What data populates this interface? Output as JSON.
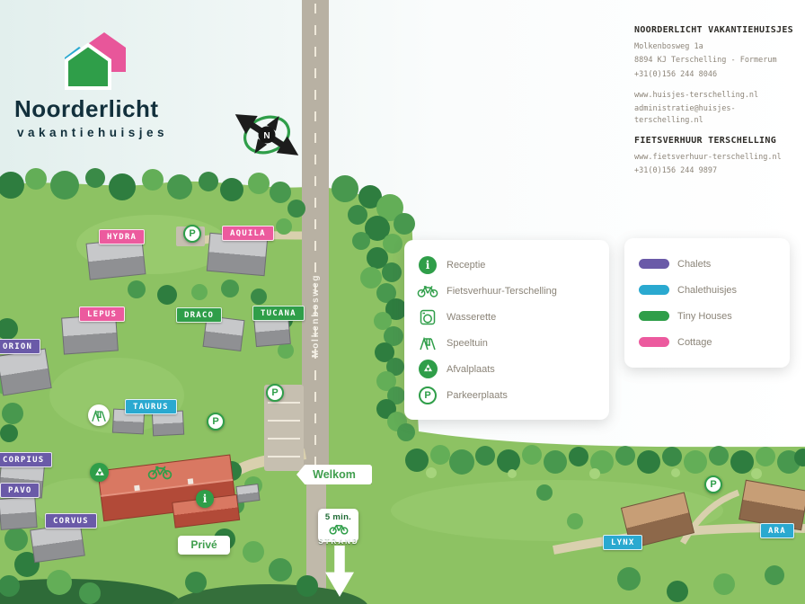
{
  "logo": {
    "title": "Noorderlicht",
    "subtitle": "vakantiehuisjes"
  },
  "contact": {
    "company_heading": "NOORDERLICHT VAKANTIEHUISJES",
    "address_line1": "Molkenbosweg 1a",
    "address_line2": "8894 KJ Terschelling - Formerum",
    "phone": "+31(0)156 244 8046",
    "website": "www.huisjes-terschelling.nl",
    "email": "administratie@huisjes-terschelling.nl",
    "bike_heading": "FIETSVERHUUR TERSCHELLING",
    "bike_website": "www.fietsverhuur-terschelling.nl",
    "bike_phone": "+31(0)156 244 9897"
  },
  "compass": {
    "north": "N"
  },
  "road_label": "Molkenbosweg",
  "signs": {
    "welcome": "Welkom",
    "private": "Privé",
    "beach_time": "5 min.",
    "beach": "STRAND"
  },
  "houses": [
    {
      "name": "HYDRA",
      "type": "cottage"
    },
    {
      "name": "AQUILA",
      "type": "cottage"
    },
    {
      "name": "LEPUS",
      "type": "cottage"
    },
    {
      "name": "DRACO",
      "type": "tiny_house"
    },
    {
      "name": "TUCANA",
      "type": "tiny_house"
    },
    {
      "name": "ORION",
      "type": "chalet"
    },
    {
      "name": "TAURUS",
      "type": "chalethuisje"
    },
    {
      "name": "CORPIUS",
      "type": "chalet"
    },
    {
      "name": "PAVO",
      "type": "chalet"
    },
    {
      "name": "CORVUS",
      "type": "chalet"
    },
    {
      "name": "LYNX",
      "type": "chalethuisje"
    },
    {
      "name": "ARA",
      "type": "chalethuisje"
    }
  ],
  "amenities_legend": {
    "items": [
      {
        "label": "Receptie",
        "icon": "info-icon"
      },
      {
        "label": "Fietsverhuur-Terschelling",
        "icon": "bike-icon"
      },
      {
        "label": "Wasserette",
        "icon": "washer-icon"
      },
      {
        "label": "Speeltuin",
        "icon": "playground-icon"
      },
      {
        "label": "Afvalplaats",
        "icon": "trash-icon"
      },
      {
        "label": "Parkeerplaats",
        "icon": "parking-icon"
      }
    ]
  },
  "types_legend": {
    "items": [
      {
        "label": "Chalets",
        "color": "#6a5aa8"
      },
      {
        "label": "Chalethuisjes",
        "color": "#2aa9d0"
      },
      {
        "label": "Tiny Houses",
        "color": "#2f9e49"
      },
      {
        "label": "Cottage",
        "color": "#ec5a9e"
      }
    ]
  },
  "icons": {
    "parking_letter": "P",
    "info_letter": "i"
  },
  "colors": {
    "accent_green": "#2f9e49",
    "map_green": "#8dc263",
    "road_grey": "#b8b1a3",
    "text_grey": "#8b8478"
  }
}
